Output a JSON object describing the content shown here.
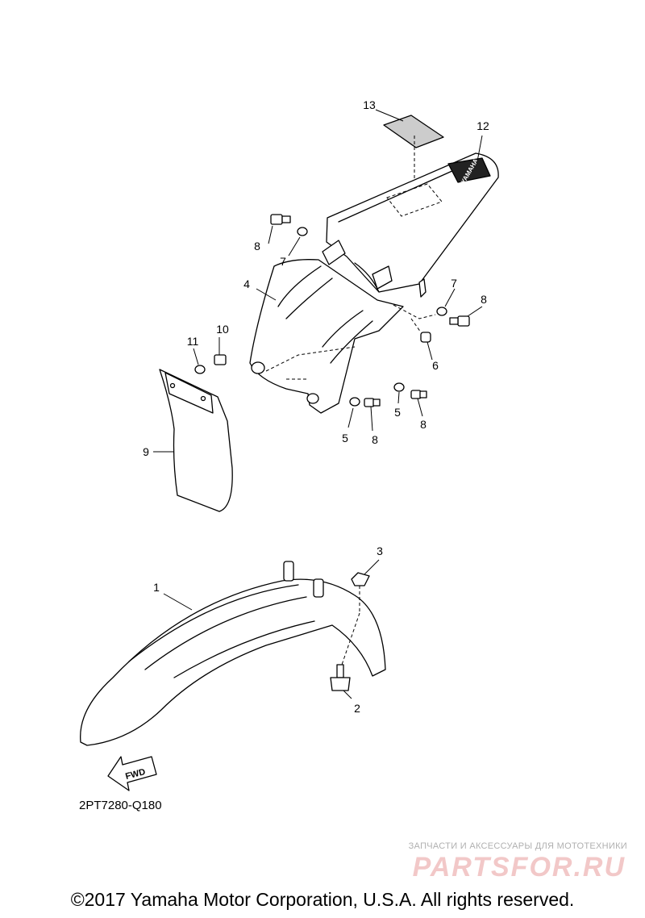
{
  "callouts": [
    {
      "id": "13",
      "text": "13"
    },
    {
      "id": "12",
      "text": "12"
    },
    {
      "id": "8a",
      "text": "8"
    },
    {
      "id": "7a",
      "text": "7"
    },
    {
      "id": "4",
      "text": "4"
    },
    {
      "id": "7b",
      "text": "7"
    },
    {
      "id": "8b",
      "text": "8"
    },
    {
      "id": "6",
      "text": "6"
    },
    {
      "id": "10",
      "text": "10"
    },
    {
      "id": "11",
      "text": "11"
    },
    {
      "id": "5a",
      "text": "5"
    },
    {
      "id": "8c",
      "text": "8"
    },
    {
      "id": "5b",
      "text": "5"
    },
    {
      "id": "8d",
      "text": "8"
    },
    {
      "id": "9",
      "text": "9"
    },
    {
      "id": "3",
      "text": "3"
    },
    {
      "id": "1",
      "text": "1"
    },
    {
      "id": "2",
      "text": "2"
    }
  ],
  "decal_text": "YAMAHA",
  "fwd_label": "FWD",
  "diagram_code": "2PT7280-Q180",
  "copyright": "©2017 Yamaha Motor Corporation, U.S.A. All rights reserved.",
  "watermark": {
    "subtitle": "ЗАПЧАСТИ И АКСЕССУАРЫ ДЛЯ МОТОТЕХНИКИ",
    "logo": "PARTSFOR.RU"
  }
}
